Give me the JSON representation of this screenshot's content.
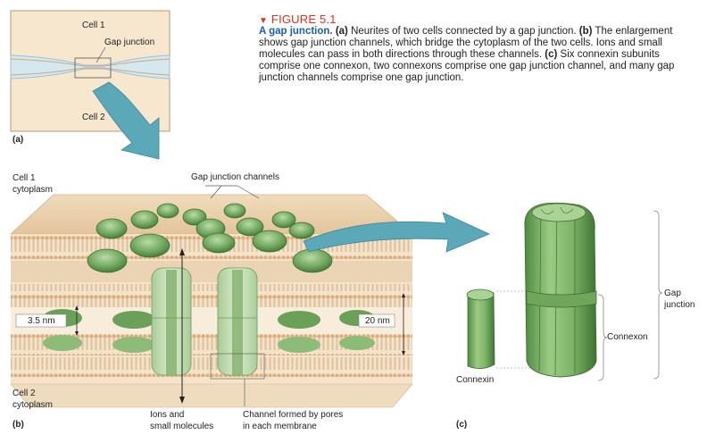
{
  "figure": {
    "title": "FIGURE 5.1",
    "caption_heading": "A gap junction.",
    "caption_parts": [
      {
        "tag": "(a)",
        "text": " Neurites of two cells connected by a gap junction. "
      },
      {
        "tag": "(b)",
        "text": " The enlargement shows gap junction channels, which bridge the cytoplasm of the two cells. Ions and small molecules can pass in both directions through these channels. "
      },
      {
        "tag": "(c)",
        "text": " Six connexin subunits comprise one connexon, two connexons comprise one gap junction channel, and many gap junction channels comprise one gap junction."
      }
    ]
  },
  "panel_a": {
    "tag": "(a)",
    "cell1": "Cell 1",
    "cell2": "Cell 2",
    "gap_junction": "Gap junction"
  },
  "panel_b": {
    "tag": "(b)",
    "cell1_cytoplasm_1": "Cell 1",
    "cell1_cytoplasm_2": "cytoplasm",
    "cell2_cytoplasm_1": "Cell 2",
    "cell2_cytoplasm_2": "cytoplasm",
    "gap_channels": "Gap junction channels",
    "gap_width": "3.5 nm",
    "membrane_width": "20 nm",
    "ions_1": "Ions and",
    "ions_2": "small molecules",
    "channel_1": "Channel formed by pores",
    "channel_2": "in each membrane"
  },
  "panel_c": {
    "tag": "(c)",
    "connexin": "Connexin",
    "connexon": "Connexon",
    "gap_junction_1": "Gap",
    "gap_junction_2": "junction"
  },
  "colors": {
    "cell_fill": "#f7e7cf",
    "membrane": "#d9b48a",
    "channel_green": "#7fb06a",
    "arrow_teal": "#5aa8b8",
    "title_red": "#e0301e",
    "heading_blue": "#1a5fa8"
  }
}
